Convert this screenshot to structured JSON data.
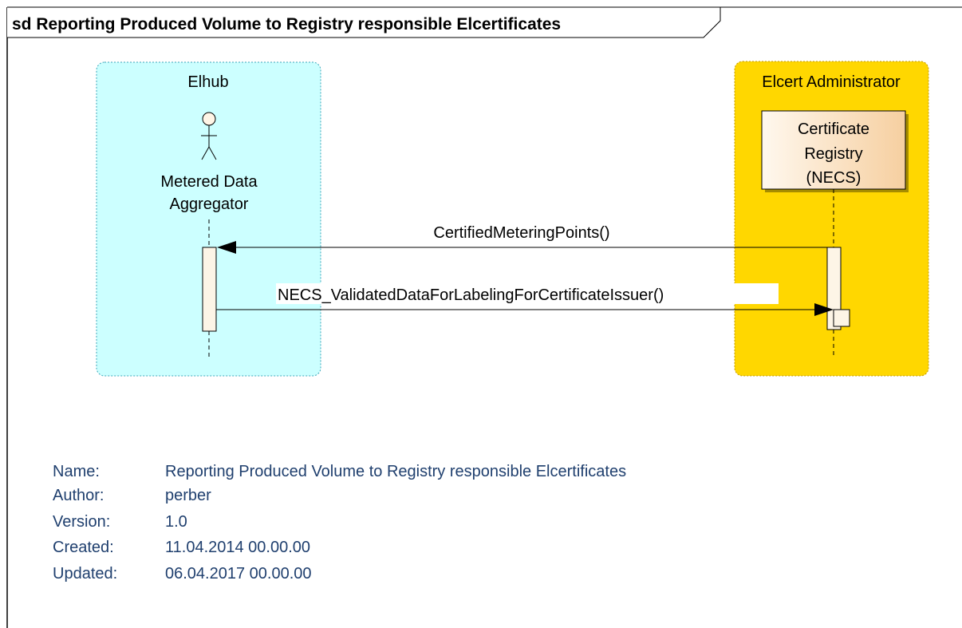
{
  "frame": {
    "title": "sd Reporting Produced Volume to Registry responsible Elcertificates"
  },
  "partitions": {
    "left": {
      "label": "Elhub",
      "fill": "#ccffff",
      "stroke": "#3aa6b8"
    },
    "right": {
      "label": "Elcert Administrator",
      "fill": "#ffd700",
      "stroke": "#c29a00"
    }
  },
  "lifelines": {
    "actor": {
      "kind": "actor",
      "name_line1": "Metered Data",
      "name_line2": "Aggregator"
    },
    "registry": {
      "kind": "component",
      "name_line1": "Certificate",
      "name_line2": "Registry",
      "name_line3": "(NECS)"
    }
  },
  "messages": [
    {
      "label": "CertifiedMeteringPoints()",
      "from": "registry",
      "to": "actor"
    },
    {
      "label": "NECS_ValidatedDataForLabelingForCertificateIssuer()",
      "from": "actor",
      "to": "registry"
    }
  ],
  "notes": {
    "rows": [
      {
        "key": "Name:",
        "value": "Reporting Produced Volume to Registry responsible Elcertificates"
      },
      {
        "key": "Author:",
        "value": "perber"
      },
      {
        "key": "Version:",
        "value": "1.0"
      },
      {
        "key": "Created:",
        "value": "11.04.2014 00.00.00"
      },
      {
        "key": "Updated:",
        "value": "06.04.2017 00.00.00"
      }
    ]
  }
}
